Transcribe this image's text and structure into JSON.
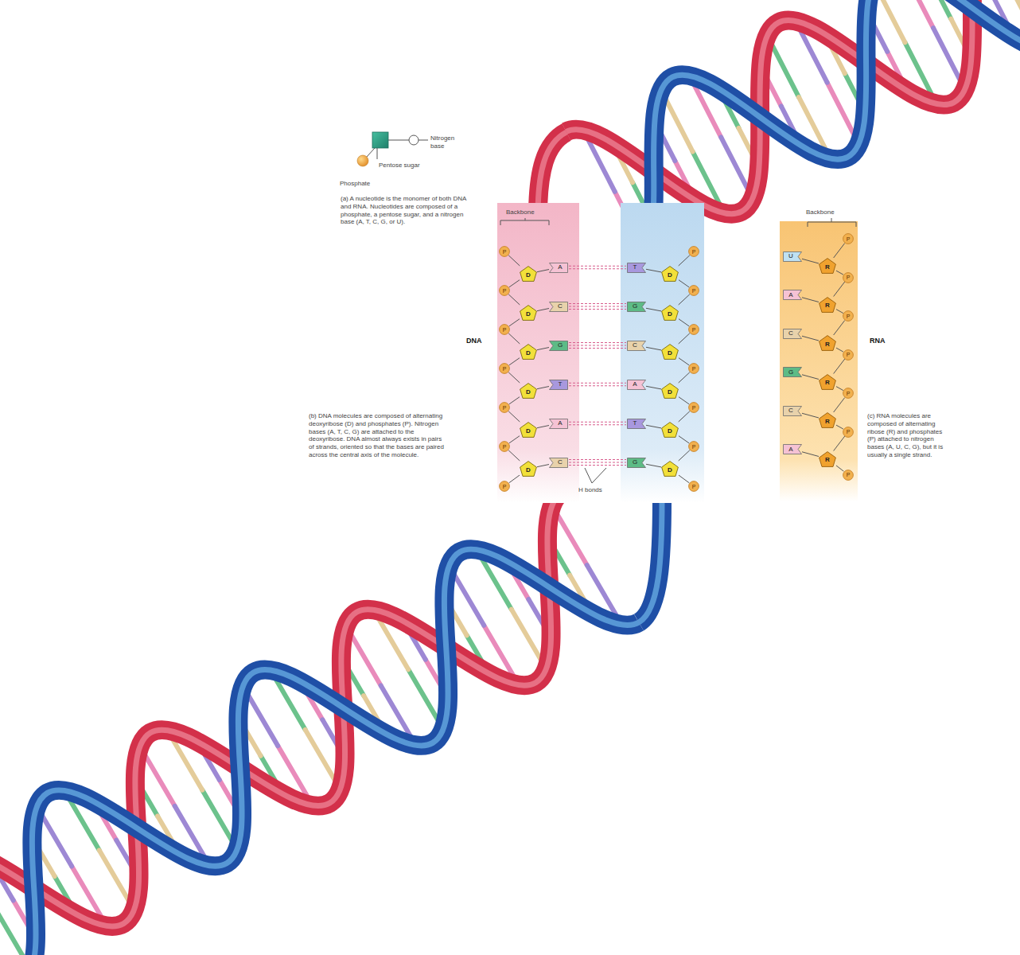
{
  "diagram": {
    "nodes": [
      {
        "text": [
          "P"
        ]
      },
      {
        "text": [
          "D"
        ]
      },
      {
        "text": [
          "A"
        ]
      },
      {
        "text": [
          "P"
        ]
      },
      {
        "text": [
          "D"
        ]
      },
      {
        "text": [
          "C"
        ]
      },
      {
        "text": [
          "P"
        ]
      },
      {
        "text": [
          "D"
        ]
      },
      {
        "text": [
          "G"
        ]
      },
      {
        "text": [
          "P"
        ]
      },
      {
        "text": [
          "D"
        ]
      },
      {
        "text": [
          "T"
        ]
      },
      {
        "text": [
          "P"
        ]
      },
      {
        "text": [
          "D"
        ]
      },
      {
        "text": [
          "A"
        ]
      },
      {
        "text": [
          "P"
        ]
      },
      {
        "text": [
          "D"
        ]
      },
      {
        "text": [
          "C"
        ]
      },
      {
        "text": [
          "P"
        ]
      },
      {
        "text": [
          "P"
        ]
      },
      {
        "text": [
          "D"
        ]
      },
      {
        "text": [
          "T"
        ]
      },
      {
        "text": [
          "P"
        ]
      },
      {
        "text": [
          "D"
        ]
      },
      {
        "text": [
          "G"
        ]
      },
      {
        "text": [
          "P"
        ]
      },
      {
        "text": [
          "D"
        ]
      },
      {
        "text": [
          "C"
        ]
      },
      {
        "text": [
          "P"
        ]
      },
      {
        "text": [
          "D"
        ]
      },
      {
        "text": [
          "A"
        ]
      },
      {
        "text": [
          "P"
        ]
      },
      {
        "text": [
          "D"
        ]
      },
      {
        "text": [
          "T"
        ]
      },
      {
        "text": [
          "P"
        ]
      },
      {
        "text": [
          "D"
        ]
      },
      {
        "text": [
          "G"
        ]
      },
      {
        "text": [
          "P"
        ]
      },
      {
        "text": [
          "P"
        ]
      },
      {
        "text": [
          "R"
        ]
      },
      {
        "text": [
          "U"
        ]
      },
      {
        "text": [
          "P"
        ]
      },
      {
        "text": [
          "R"
        ]
      },
      {
        "text": [
          "A"
        ]
      },
      {
        "text": [
          "P"
        ]
      },
      {
        "text": [
          "R"
        ]
      },
      {
        "text": [
          "C"
        ]
      },
      {
        "text": [
          "P"
        ]
      },
      {
        "text": [
          "R"
        ]
      },
      {
        "text": [
          "G"
        ]
      },
      {
        "text": [
          "P"
        ]
      },
      {
        "text": [
          "R"
        ]
      },
      {
        "text": [
          "C"
        ]
      },
      {
        "text": [
          "P"
        ]
      },
      {
        "text": [
          "R"
        ]
      },
      {
        "text": [
          "A"
        ]
      },
      {
        "text": [
          "P"
        ]
      }
    ],
    "edges": [
      {
        "from": 0,
        "to": 1,
        "arrow": "none"
      },
      {
        "from": 1,
        "to": 3,
        "arrow": "none"
      },
      {
        "from": 1,
        "to": 2,
        "arrow": "none"
      },
      {
        "from": 3,
        "to": 4,
        "arrow": "none"
      },
      {
        "from": 4,
        "to": 6,
        "arrow": "none"
      },
      {
        "from": 4,
        "to": 5,
        "arrow": "none"
      },
      {
        "from": 6,
        "to": 7,
        "arrow": "none"
      },
      {
        "from": 7,
        "to": 9,
        "arrow": "none"
      },
      {
        "from": 7,
        "to": 8,
        "arrow": "none"
      },
      {
        "from": 9,
        "to": 10,
        "arrow": "none"
      },
      {
        "from": 10,
        "to": 12,
        "arrow": "none"
      },
      {
        "from": 10,
        "to": 11,
        "arrow": "none"
      },
      {
        "from": 12,
        "to": 13,
        "arrow": "none"
      },
      {
        "from": 13,
        "to": 15,
        "arrow": "none"
      },
      {
        "from": 13,
        "to": 14,
        "arrow": "none"
      },
      {
        "from": 15,
        "to": 16,
        "arrow": "none"
      },
      {
        "from": 16,
        "to": 18,
        "arrow": "none"
      },
      {
        "from": 16,
        "to": 17,
        "arrow": "none"
      },
      {
        "from": 19,
        "to": 20,
        "arrow": "none"
      },
      {
        "from": 20,
        "to": 22,
        "arrow": "none"
      },
      {
        "from": 20,
        "to": 21,
        "arrow": "none"
      },
      {
        "from": 22,
        "to": 23,
        "arrow": "none"
      },
      {
        "from": 23,
        "to": 25,
        "arrow": "none"
      },
      {
        "from": 23,
        "to": 24,
        "arrow": "none"
      },
      {
        "from": 25,
        "to": 26,
        "arrow": "none"
      },
      {
        "from": 26,
        "to": 28,
        "arrow": "none"
      },
      {
        "from": 26,
        "to": 27,
        "arrow": "none"
      },
      {
        "from": 28,
        "to": 29,
        "arrow": "none"
      },
      {
        "from": 29,
        "to": 31,
        "arrow": "none"
      },
      {
        "from": 29,
        "to": 30,
        "arrow": "none"
      },
      {
        "from": 31,
        "to": 32,
        "arrow": "none"
      },
      {
        "from": 32,
        "to": 34,
        "arrow": "none"
      },
      {
        "from": 32,
        "to": 33,
        "arrow": "none"
      },
      {
        "from": 34,
        "to": 35,
        "arrow": "none"
      },
      {
        "from": 35,
        "to": 37,
        "arrow": "none"
      },
      {
        "from": 35,
        "to": 36,
        "arrow": "none"
      },
      {
        "from": 38,
        "to": 39,
        "arrow": "none"
      },
      {
        "from": 39,
        "to": 41,
        "arrow": "none"
      },
      {
        "from": 39,
        "to": 40,
        "arrow": "none"
      },
      {
        "from": 41,
        "to": 42,
        "arrow": "none"
      },
      {
        "from": 42,
        "to": 44,
        "arrow": "none"
      },
      {
        "from": 42,
        "to": 43,
        "arrow": "none"
      },
      {
        "from": 44,
        "to": 45,
        "arrow": "none"
      },
      {
        "from": 45,
        "to": 47,
        "arrow": "none"
      },
      {
        "from": 45,
        "to": 46,
        "arrow": "none"
      },
      {
        "from": 47,
        "to": 48,
        "arrow": "none"
      },
      {
        "from": 48,
        "to": 50,
        "arrow": "none"
      },
      {
        "from": 48,
        "to": 49,
        "arrow": "none"
      },
      {
        "from": 50,
        "to": 51,
        "arrow": "none"
      },
      {
        "from": 51,
        "to": 53,
        "arrow": "none"
      },
      {
        "from": 51,
        "to": 52,
        "arrow": "none"
      },
      {
        "from": 53,
        "to": 54,
        "arrow": "none"
      },
      {
        "from": 54,
        "to": 56,
        "arrow": "none"
      },
      {
        "from": 54,
        "to": 55,
        "arrow": "none"
      },
      {
        "from": 2,
        "to": 21,
        "arrow": "none"
      },
      {
        "from": 5,
        "to": 24,
        "arrow": "none"
      },
      {
        "from": 8,
        "to": 27,
        "arrow": "none"
      },
      {
        "from": 11,
        "to": 30,
        "arrow": "none"
      },
      {
        "from": 14,
        "to": 33,
        "arrow": "none"
      },
      {
        "from": 17,
        "to": 36,
        "arrow": "none"
      }
    ],
    "labels": [
      "Nitrogen base",
      "Pentose sugar",
      "Phosphate",
      "(a) A nucleotide is the monomer of both DNA and RNA. Nucleotides are composed of a phosphate, a pentose sugar, and a nitrogen base (A, T, C, G, or U).",
      "Backbone",
      "DNA",
      "(b) DNA molecules are composed of alternating deoxyribose (D) and phosphates (P). Nitrogen bases (A, T, C, G) are attached to the deoxyribose. DNA almost always exists in pairs of strands, oriented so that the bases are paired across the central axis of the molecule.",
      "H bonds",
      "Backbone",
      "RNA",
      "(c) RNA molecules are composed of alternating ribose (R) and phosphates (P) attached to nitrogen bases (A, U, C, G), but it is usually a single strand."
    ]
  }
}
